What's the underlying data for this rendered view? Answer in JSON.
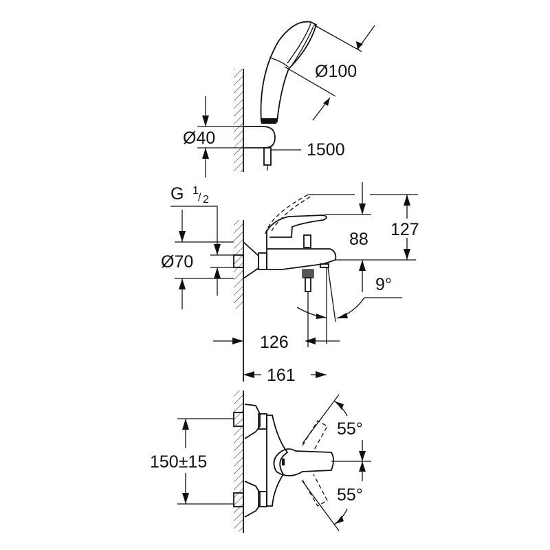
{
  "drawing": {
    "subject": "Wall-mounted bath/shower mixer with hand shower",
    "colors": {
      "line": "#111111",
      "background": "#ffffff"
    }
  },
  "views": {
    "hand_shower": {
      "head_diameter": "Ø100",
      "holder_diameter": "Ø40",
      "hose_length": "1500"
    },
    "side_view": {
      "thread": "G",
      "thread_fraction_num": "1",
      "thread_fraction_den": "2",
      "escutcheon_diameter": "Ø70",
      "lever_height": "88",
      "max_height": "127",
      "spout_angle": "9°",
      "spout_projection": "126",
      "total_projection": "161"
    },
    "front_view": {
      "centers": "150±15",
      "lever_angle_up": "55°",
      "lever_angle_down": "55°"
    }
  }
}
